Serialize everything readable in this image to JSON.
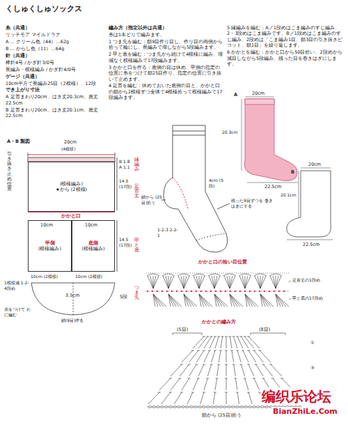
{
  "diagram": {
    "title": "くしゅくしゅソックス",
    "nodes": [
      {
        "text": [
          "(模様編み)",
          "★から (2模様)"
        ]
      },
      {
        "text": [
          "甲側",
          "(模様編み)"
        ]
      },
      {
        "text": [
          "底側",
          "(模様編み)"
        ]
      }
    ],
    "labels": [
      "糸（共通）",
      "リッチモア マイルドラナ",
      "A … クリーム色（44）…62g",
      "B … からし色（11）…64g",
      "針（共通）",
      "棒針4号 / かぎ針3/0号",
      "長編み・模様編み / かぎ針4/0号",
      "ゲージ（共通）",
      "10cm平方で長編み25目（2模様）、12段",
      "でき上がり寸法",
      "A 足首まわり20cm、はき丈20.3cm、底丈22.5cm",
      "B 足首まわり20cm、はき丈20.1cm、底丈22.5cm",
      "編み方（指定以外は共通）",
      "糸は1本どりで編みます。",
      "1 つま先を編む：鎖9目作り目し、作り目の両側から拾って輪にし、長編みで増しながら5段編みます。",
      "2 甲と底を編む：つま先から続けて4模様に編み、増減なく模様編みで17段編みます。",
      "3 かかと口を作る：底側の目は休め、甲側の指定の位置に糸をつけて鎖25目作り、指定の位置に引き抜いて止めます。",
      "4 足首を編む：休めておいた底側の目と、かかと口の鎖から2模様ずつ全体で4模様拾って模様編みで17段編みます。",
      "5 縁編みを編む：A／1段めはこま編みのすじ編み、2・3段めはこま編みです。B／1段めはこま編みのすじ編み、2段めは「こま編み1目、鎖3目の引き抜きピコット、鎖1目」を繰り返します。",
      "6 かかとを編む：かかと口から50目拾い、2段めから減目しながら5段編み、残った目を巻きはぎにします。",
      "A・B 製図",
      "20cm",
      "(4模様)",
      "B 1.8",
      "A 1.1",
      "縁編み",
      "14.5 (17段)",
      "足首丈",
      "かかと口",
      "10cm",
      "10cm",
      "14.5 (17段)",
      "甲と底",
      "10cm (2模様)",
      "10cm (2模様)",
      "引き抜き止め位置",
      "1模様減 1-2-4段め",
      "3.5cm",
      "5段",
      "つま先",
      "糸をつけて わに編む",
      "鎖(9目)作る",
      "鎖から (25目)拾う",
      "4cm (5段)",
      "残った9目ずつを 巻きはぎにする",
      "1-2-3 2-2-1",
      "A",
      "20cm",
      "20.3cm",
      "22.5cm",
      "B",
      "20cm",
      "20.1cm",
      "22.5cm",
      "かかと口の拾い目位置",
      "足首丈の1段め",
      "甲と底の17段め",
      "かかとの編み方",
      "(5目)",
      "(8目)",
      "①",
      "③",
      "鎖から (25目)拾う",
      "编织乐论坛",
      "BianZhiLe.Com"
    ]
  }
}
